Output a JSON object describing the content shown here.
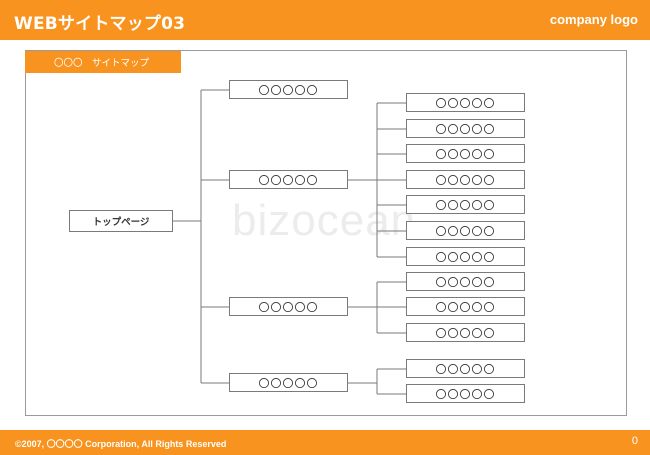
{
  "header": {
    "title": "WEBサイトマップ03",
    "logo": "company logo"
  },
  "tab": {
    "label": "〇〇〇　サイトマップ"
  },
  "diagram": {
    "root": "トップページ",
    "level1": [
      "〇〇〇〇〇",
      "〇〇〇〇〇",
      "〇〇〇〇〇",
      "〇〇〇〇〇"
    ],
    "level2_group_a": [
      "〇〇〇〇〇",
      "〇〇〇〇〇",
      "〇〇〇〇〇",
      "〇〇〇〇〇",
      "〇〇〇〇〇",
      "〇〇〇〇〇",
      "〇〇〇〇〇"
    ],
    "level2_group_b": [
      "〇〇〇〇〇",
      "〇〇〇〇〇",
      "〇〇〇〇〇"
    ],
    "level2_group_c": [
      "〇〇〇〇〇",
      "〇〇〇〇〇"
    ]
  },
  "watermark": "bizocean",
  "footer": {
    "copyright": "©2007, 〇〇〇〇 Corporation, All Rights Reserved",
    "page": "0"
  }
}
